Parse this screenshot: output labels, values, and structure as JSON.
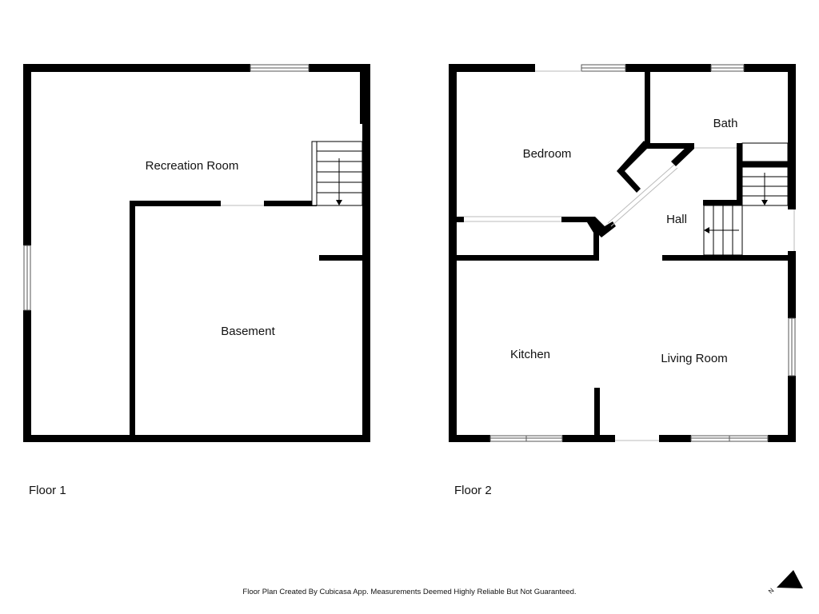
{
  "floors": [
    {
      "label": "Floor 1",
      "rooms": [
        "Recreation Room",
        "Basement"
      ]
    },
    {
      "label": "Floor 2",
      "rooms": [
        "Bedroom",
        "Bath",
        "Hall",
        "Kitchen",
        "Living Room"
      ]
    }
  ],
  "footer": "Floor Plan Created By Cubicasa App. Measurements Deemed Highly Reliable But Not Guaranteed.",
  "north_label": "N",
  "colors": {
    "wall": "#000000",
    "background": "#ffffff",
    "window_frame": "#555555"
  },
  "icons": [
    "stairs-icon",
    "stairs-arrow-icon",
    "window-icon",
    "north-arrow-icon"
  ]
}
